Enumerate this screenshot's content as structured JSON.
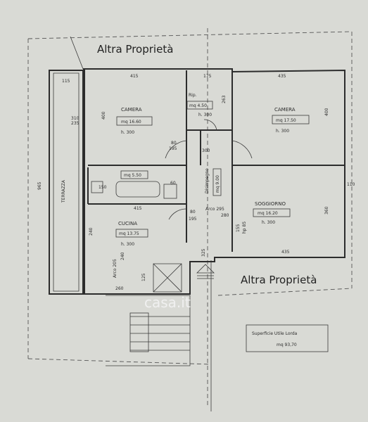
{
  "labels": {
    "altra_top": "Altra Proprietà",
    "altra_right": "Altra Proprietà",
    "terrazza": "TERRAZZA",
    "camera_left": "CAMERA",
    "camera_left_area": "mq 16.60",
    "camera_left_h": "h. 300",
    "camera_right": "CAMERA",
    "camera_right_area": "mq 17.50",
    "camera_right_h": "h. 300",
    "rip": "Rip.",
    "rip_area": "mq 4.50",
    "rip_h": "h. 300",
    "bagno_area": "mq 5.50",
    "disimpegno": "Disimpegno",
    "disimpegno_area": "mq 9.00",
    "soggiorno": "SOGGIORNO",
    "soggiorno_area": "mq 16.20",
    "soggiorno_h": "h. 300",
    "cucina": "CUCINA",
    "cucina_area": "mq 13.75",
    "cucina_h": "h. 300",
    "arco_295": "Arco 295",
    "arco_280": "280",
    "arco_cucina": "Arco 205",
    "arco_cucina_h": "240",
    "superficie_title": "Superficie Utile Lorda",
    "superficie_value": "mq 93,70",
    "watermark": "casa.it"
  },
  "dimensions": {
    "d115": "115",
    "d415_top": "415",
    "d175": "175",
    "d435_top": "435",
    "d400_left": "400",
    "d400_right": "400",
    "d263": "263",
    "d310_235": "310",
    "d235": "235",
    "d80": "80",
    "d195": "195",
    "d965": "965",
    "d150": "150",
    "d415_mid": "415",
    "d60": "60",
    "d80b": "80",
    "d195b": "195",
    "d240": "240",
    "d360": "360",
    "d155": "155",
    "d85": "hp 85",
    "d435_bot": "435",
    "d260": "260",
    "d125": "125",
    "d325": "325",
    "d110": "110",
    "d300": "300"
  },
  "colors": {
    "paper": "#d9dad5",
    "ink": "#2c2c2c"
  }
}
